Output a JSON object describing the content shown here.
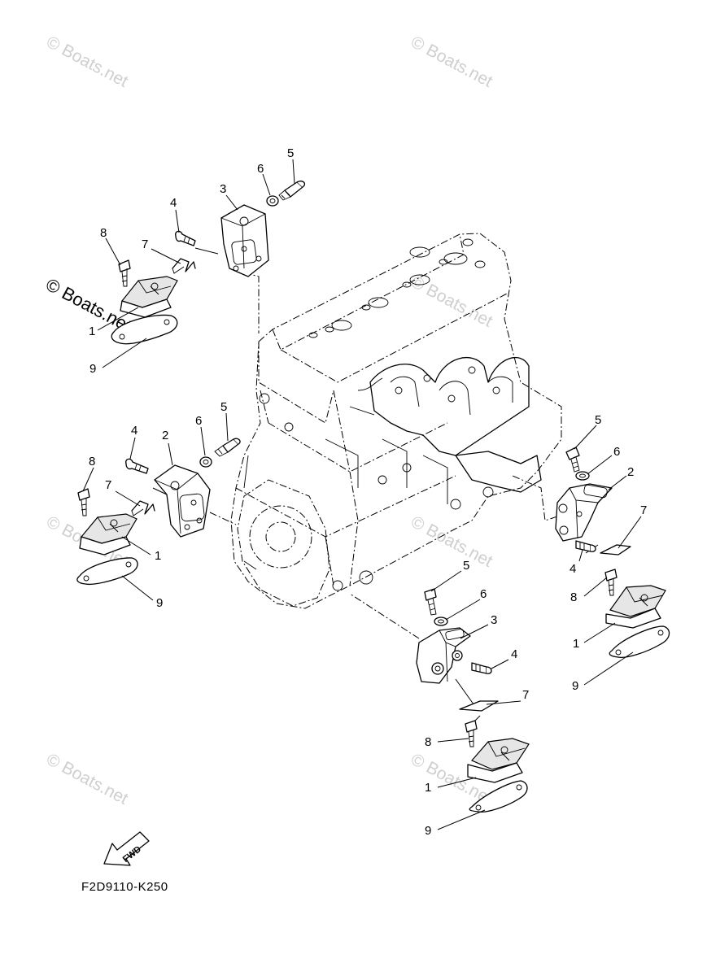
{
  "watermark": "© Boats.net",
  "diagram_code": "F2D9110-K250",
  "fwd_label": "FWD",
  "callouts": {
    "ul_5": "5",
    "ul_6": "6",
    "ul_3": "3",
    "ul_4": "4",
    "ul_8": "8",
    "ul_7": "7",
    "ul_1": "1",
    "ul_9": "9",
    "ml_5": "5",
    "ml_6": "6",
    "ml_4": "4",
    "ml_2": "2",
    "ml_8": "8",
    "ml_7": "7",
    "ml_1": "1",
    "ml_9": "9",
    "r_5": "5",
    "r_6": "6",
    "r_2": "2",
    "r_7": "7",
    "r_4": "4",
    "r_8": "8",
    "r_1": "1",
    "r_9": "9",
    "b_5": "5",
    "b_6": "6",
    "b_3": "3",
    "b_4": "4",
    "b_7": "7",
    "b_8": "8",
    "b_1": "1",
    "b_9": "9"
  }
}
